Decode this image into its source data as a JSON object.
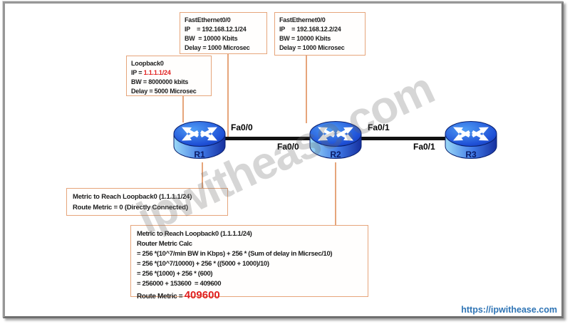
{
  "page": {
    "watermark": "ipwithease.com",
    "site_link": "https://ipwithease.com"
  },
  "colors": {
    "box_border": "#e6a57b",
    "connector": "#e6a57b",
    "highlight_red": "#e01f1f",
    "link_line": "#111111",
    "url_blue": "#2e74b5",
    "router_label_navy": "#0b1b66",
    "router_blue": "#1e4fd6"
  },
  "boxes": {
    "fe1": {
      "title": "FastEthernet0/0",
      "lines": [
        "IP    = 192.168.12.1/24",
        "BW  = 10000 Kbits",
        "Delay = 1000 Microsec"
      ]
    },
    "fe2": {
      "title": "FastEthernet0/0",
      "lines": [
        "IP    = 192.168.12.2/24",
        "BW = 10000 Kbits",
        "Delay = 1000 Microsec"
      ]
    },
    "loopback": {
      "title": "Loopback0",
      "ip_label": "IP = ",
      "ip_value": "1.1.1.1/24",
      "lines": [
        "BW = 8000000 kbits",
        "Delay = 5000 Microsec"
      ]
    },
    "metric_r1": {
      "line1": "Metric to Reach Loopback0 (1.1.1.1/24)",
      "line2": "Route Metric = 0 (Directly Connected)"
    },
    "metric_r2": {
      "title": "Metric to Reach Loopback0 (1.1.1.1/24)",
      "subtitle": "Router Metric Calc",
      "calc_lines": [
        "= 256 *(10^7/min BW in Kbps) + 256 * (Sum of delay in Micrsec/10)",
        "= 256 *(10^7/10000) + 256 * ((5000 + 1000)/10)",
        "= 256 *(1000) + 256 * (600)",
        "= 256000 + 153600  = 409600"
      ],
      "route_metric_label": "Route Metric = ",
      "route_metric_value": "409600"
    }
  },
  "routers": {
    "r1": "R1",
    "r2": "R2",
    "r3": "R3"
  },
  "interfaces": {
    "r1_fa": "Fa0/0",
    "r2_fa_left": "Fa0/0",
    "r2_fa_right": "Fa0/1",
    "r3_fa": "Fa0/1"
  }
}
